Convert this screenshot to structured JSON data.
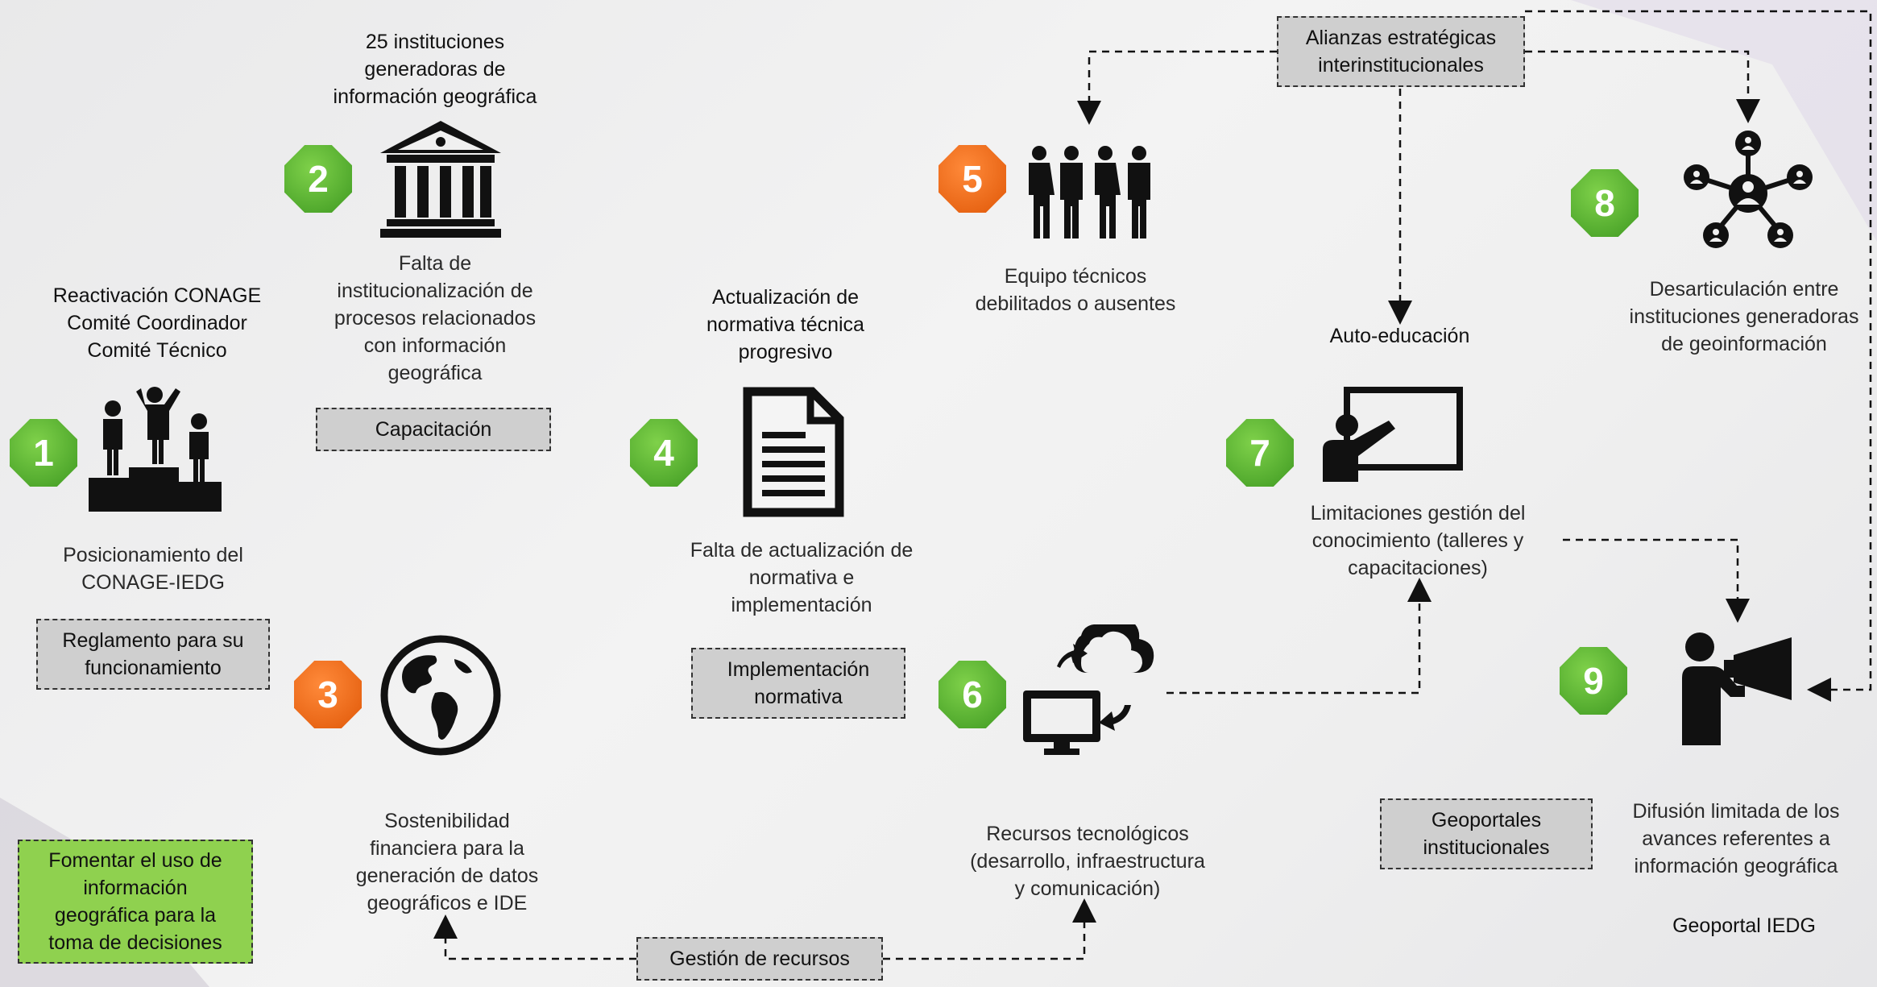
{
  "nodes": [
    {
      "num": "1",
      "color": "green",
      "title": "Reactivación CONAGE\nComité Coordinador\nComité Técnico",
      "description": "Posicionamiento del\nCONAGE-IEDG",
      "action": "Reglamento para su\nfuncionamiento",
      "icon": "podium-icon"
    },
    {
      "num": "2",
      "color": "green",
      "title": "25 instituciones\ngeneradoras de\ninformación geográfica",
      "description": "Falta de\ninstitucionalización de\nprocesos relacionados\ncon información\ngeográfica",
      "action": "Capacitación",
      "icon": "institution-icon"
    },
    {
      "num": "3",
      "color": "orange",
      "title": "",
      "description": "Sostenibilidad\nfinanciera para la\ngeneración de datos\ngeográficos e IDE",
      "action": "",
      "icon": "globe-icon"
    },
    {
      "num": "4",
      "color": "green",
      "title": "Actualización de\nnormativa técnica\nprogresivo",
      "description": "Falta de actualización de\nnormativa e\nimplementación",
      "action": "Implementación\nnormativa",
      "icon": "document-icon"
    },
    {
      "num": "5",
      "color": "orange",
      "title": "",
      "description": "Equipo técnicos\ndebilitados o ausentes",
      "action": "",
      "icon": "team-icon"
    },
    {
      "num": "6",
      "color": "green",
      "title": "",
      "description": "Recursos tecnológicos\n(desarrollo, infraestructura\ny comunicación)",
      "action": "",
      "icon": "computer-cloud-icon"
    },
    {
      "num": "7",
      "color": "green",
      "title": "Auto-educación",
      "description": "Limitaciones gestión del\nconocimiento (talleres y\ncapacitaciones)",
      "action": "",
      "icon": "teacher-board-icon"
    },
    {
      "num": "8",
      "color": "green",
      "title": "",
      "description": "Desarticulación entre\ninstituciones generadoras\nde geoinformación",
      "action": "",
      "icon": "network-icon"
    },
    {
      "num": "9",
      "color": "green",
      "title": "Geoportal IEDG",
      "description": "Difusión limitada de los\navances referentes a\ninformación geográfica",
      "action": "Geoportales\ninstitucionales",
      "icon": "megaphone-icon"
    }
  ],
  "shared_boxes": {
    "alliances": "Alianzas estratégicas\ninterinstitucionales",
    "resources": "Gestión de recursos",
    "goal": "Fomentar el uso de\ninformación\ngeográfica para la\ntoma de decisiones"
  },
  "colors": {
    "green_badge": "#4caf2a",
    "orange_badge": "#f26a12",
    "goal_box": "#8fd14f",
    "action_box": "#cfcfcf"
  }
}
